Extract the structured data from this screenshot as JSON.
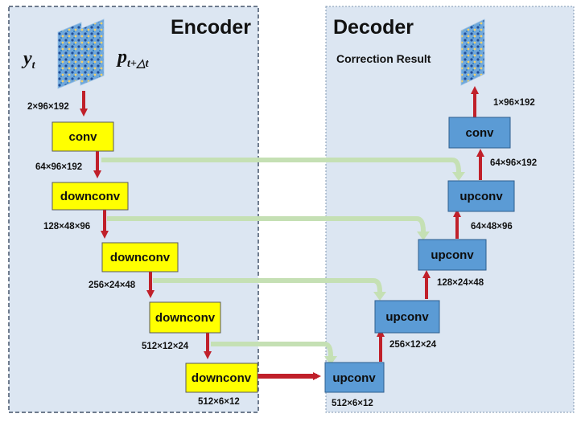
{
  "encoder": {
    "title": "Encoder",
    "input_y": "y",
    "input_y_sub": "t",
    "input_p": "p",
    "input_p_sub": "t+△t",
    "dims": [
      "2×96×192",
      "64×96×192",
      "128×48×96",
      "256×24×48",
      "512×12×24",
      "512×6×12"
    ],
    "blocks": [
      "conv",
      "downconv",
      "downconv",
      "downconv",
      "downconv"
    ]
  },
  "decoder": {
    "title": "Decoder",
    "result_label": "Correction Result",
    "dims": [
      "512×6×12",
      "256×12×24",
      "128×24×48",
      "64×48×96",
      "64×96×192",
      "1×96×192"
    ],
    "blocks": [
      "upconv",
      "upconv",
      "upconv",
      "upconv",
      "conv"
    ]
  },
  "colors": {
    "encoder_block": "#ffff00",
    "decoder_block": "#5b9bd5",
    "panel_bg": "#dce6f2",
    "arrow_red": "#c0202a",
    "skip_green": "#c5e0b4"
  }
}
